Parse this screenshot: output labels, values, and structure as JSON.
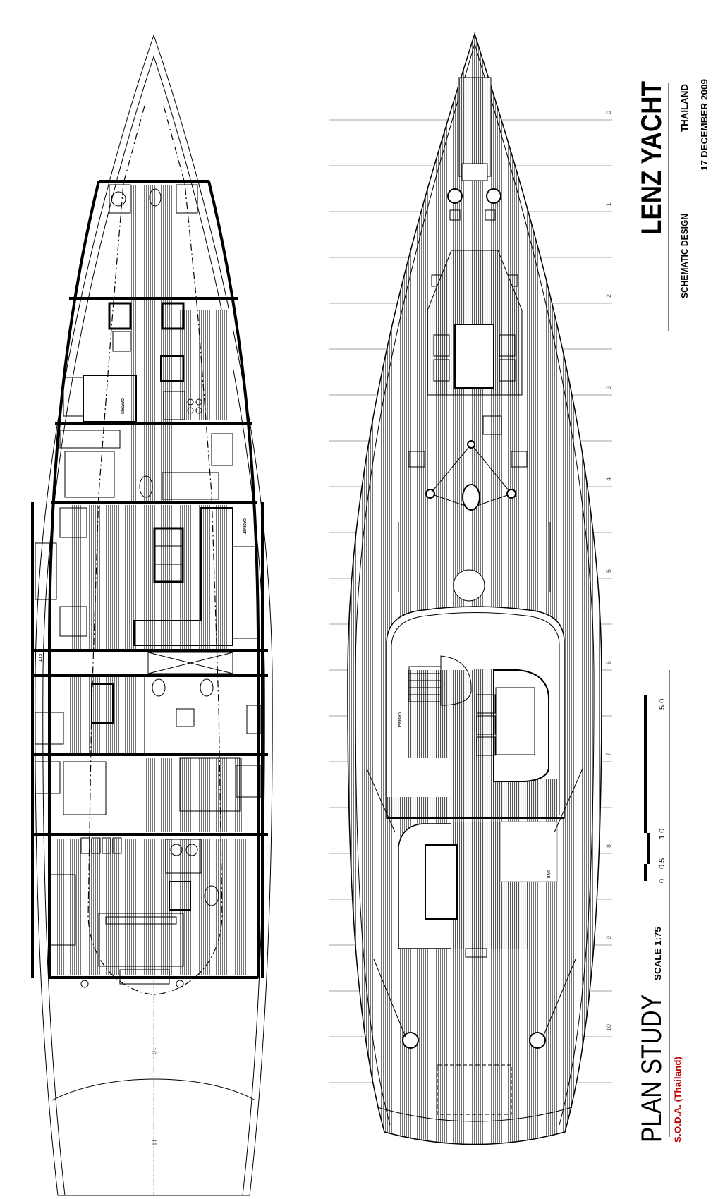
{
  "title_block": {
    "project": "LENZ YACHT",
    "phase": "SCHEMATIC DESIGN",
    "location": "THAILAND",
    "date": "17 DECEMBER 2009",
    "drawing_title": "PLAN STUDY",
    "scale": "SCALE 1:75",
    "firm": "S.O.D.A. (Thailand)",
    "firm_color": "#c00000"
  },
  "scale_bar": {
    "labels": [
      "0",
      "0.5",
      "1.0",
      "5.0"
    ]
  },
  "stations": [
    "0",
    "1",
    "2",
    "3",
    "4",
    "5",
    "6",
    "7",
    "8",
    "9",
    "10"
  ],
  "interior_stations": [
    "10",
    "11"
  ],
  "room_labels": {
    "cabinet": "CABINET",
    "captain": "CAPTAIN",
    "bar": "BAR",
    "exit": "EXIT"
  },
  "colors": {
    "line": "#000000",
    "deck_hatch": "#777777",
    "station_line": "#888888"
  }
}
